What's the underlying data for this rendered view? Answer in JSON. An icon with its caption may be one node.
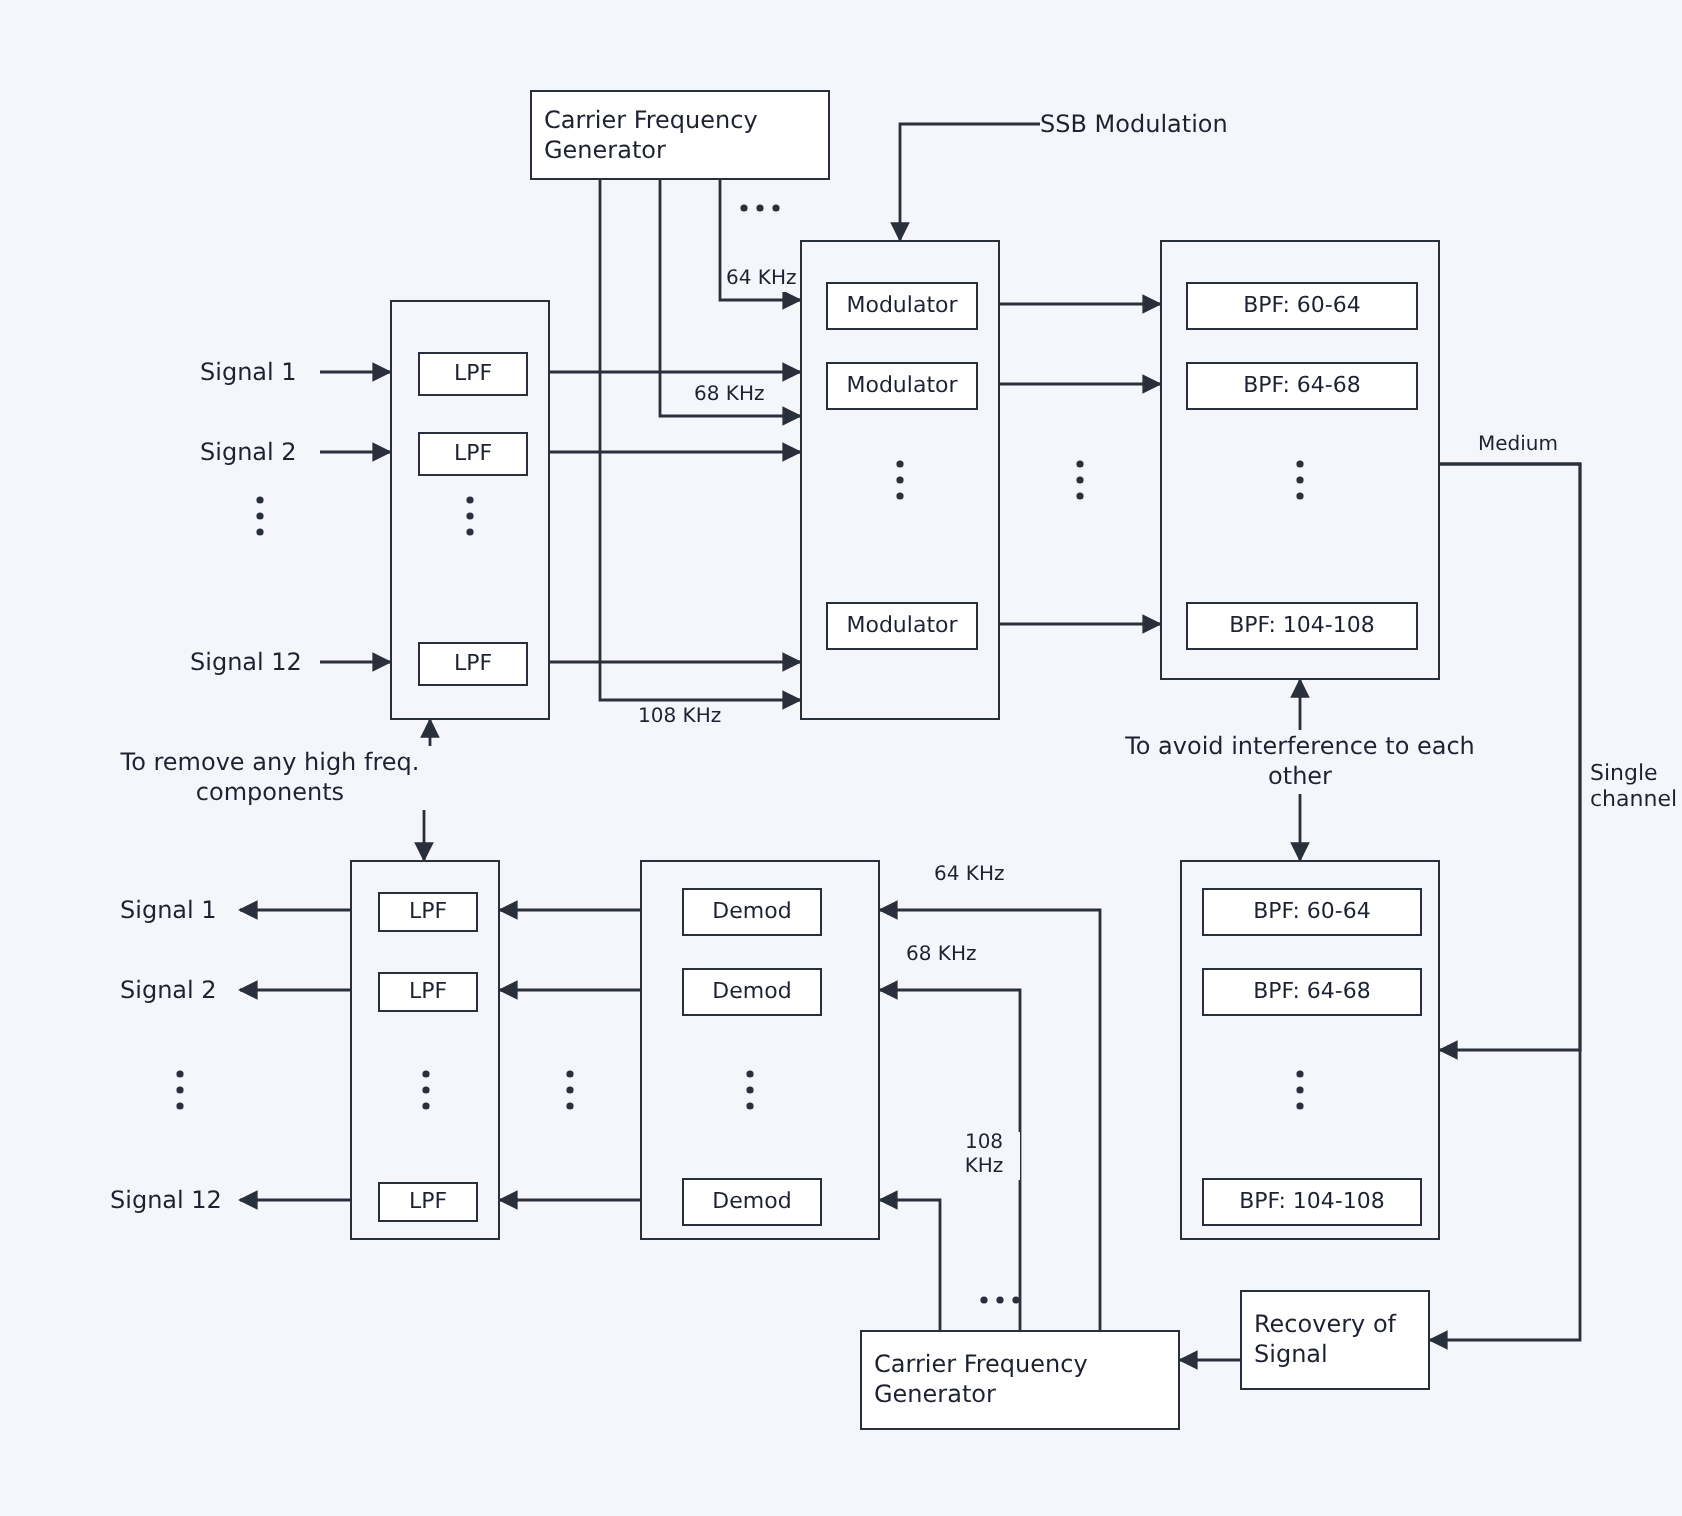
{
  "diagram": {
    "nodes": [
      {
        "text": [
          "Carrier Frequency Generator"
        ]
      },
      {
        "text": [],
        "shape": "box"
      },
      {
        "text": [
          "LPF"
        ],
        "in": 1
      },
      {
        "text": [
          "LPF"
        ],
        "in": 1
      },
      {
        "text": [
          "LPF"
        ],
        "in": 1
      },
      {
        "text": [],
        "shape": "box"
      },
      {
        "text": [
          "Modulator"
        ],
        "in": 5
      },
      {
        "text": [
          "Modulator"
        ],
        "in": 5
      },
      {
        "text": [
          "Modulator"
        ],
        "in": 5
      },
      {
        "text": [],
        "shape": "box"
      },
      {
        "text": [
          "BPF: 60-64"
        ],
        "in": 9
      },
      {
        "text": [
          "BPF: 64-68"
        ],
        "in": 9
      },
      {
        "text": [
          "BPF: 104-108"
        ],
        "in": 9
      },
      {
        "text": [],
        "shape": "box"
      },
      {
        "text": [
          "BPF: 60-64"
        ],
        "in": 13
      },
      {
        "text": [
          "BPF: 64-68"
        ],
        "in": 13
      },
      {
        "text": [
          "BPF: 104-108"
        ],
        "in": 13
      },
      {
        "text": [
          "Recovery of Signal"
        ]
      },
      {
        "text": [
          "Carrier Frequency Generator"
        ]
      },
      {
        "text": [],
        "shape": "box"
      },
      {
        "text": [
          "Demod"
        ],
        "in": 19
      },
      {
        "text": [
          "Demod"
        ],
        "in": 19
      },
      {
        "text": [
          "Demod"
        ],
        "in": 19
      },
      {
        "text": [],
        "shape": "box"
      },
      {
        "text": [
          "LPF"
        ],
        "in": 23
      },
      {
        "text": [
          "LPF"
        ],
        "in": 23
      },
      {
        "text": [
          "LPF"
        ],
        "in": 23
      },
      {
        "text": [
          "Signal 1"
        ]
      },
      {
        "text": [
          "Signal 2"
        ]
      },
      {
        "text": [
          "Signal 12"
        ]
      },
      {
        "text": [
          "Signal 1"
        ]
      },
      {
        "text": [
          "Signal 2"
        ]
      },
      {
        "text": [
          "Signal 12"
        ]
      },
      {
        "text": [
          "SSB Modulation"
        ]
      },
      {
        "text": [
          "To avoid interference to each other"
        ]
      },
      {
        "text": [
          "To remove any high freq. components"
        ]
      }
    ],
    "edges": [
      {
        "from": 27,
        "to": 1,
        "arrow": "to"
      },
      {
        "from": 28,
        "to": 1,
        "arrow": "to"
      },
      {
        "from": 29,
        "to": 1,
        "arrow": "to"
      },
      {
        "from": 1,
        "to": 5,
        "arrow": "to"
      },
      {
        "from": 1,
        "to": 5,
        "arrow": "to"
      },
      {
        "from": 1,
        "to": 5,
        "arrow": "to"
      },
      {
        "from": 0,
        "to": 5,
        "arrow": "to",
        "label": "64 KHz"
      },
      {
        "from": 0,
        "to": 5,
        "arrow": "to",
        "label": "68 KHz"
      },
      {
        "from": 0,
        "to": 5,
        "arrow": "to",
        "label": "108 KHz"
      },
      {
        "from": 5,
        "to": 9,
        "arrow": "to"
      },
      {
        "from": 5,
        "to": 9,
        "arrow": "to"
      },
      {
        "from": 5,
        "to": 9,
        "arrow": "to"
      },
      {
        "from": 9,
        "to": 13,
        "arrow": "to",
        "label": "Medium"
      },
      {
        "from": 9,
        "to": 17,
        "arrow": "to"
      },
      {
        "from": 17,
        "to": 18,
        "arrow": "to"
      },
      {
        "from": 18,
        "to": 19,
        "arrow": "to",
        "label": "64 KHz"
      },
      {
        "from": 18,
        "to": 19,
        "arrow": "to",
        "label": "68 KHz"
      },
      {
        "from": 18,
        "to": 19,
        "arrow": "to",
        "label": "108 KHz"
      },
      {
        "from": 19,
        "to": 23,
        "arrow": "to"
      },
      {
        "from": 19,
        "to": 23,
        "arrow": "to"
      },
      {
        "from": 19,
        "to": 23,
        "arrow": "to"
      },
      {
        "from": 23,
        "to": 30,
        "arrow": "to"
      },
      {
        "from": 23,
        "to": 31,
        "arrow": "to"
      },
      {
        "from": 23,
        "to": 32,
        "arrow": "to"
      },
      {
        "from": 33,
        "to": 5,
        "arrow": "to"
      },
      {
        "from": 34,
        "to": 9,
        "arrow": "to"
      },
      {
        "from": 34,
        "to": 13,
        "arrow": "to"
      },
      {
        "from": 35,
        "to": 1,
        "arrow": "to"
      },
      {
        "from": 35,
        "to": 23,
        "arrow": "to"
      }
    ],
    "labels": [
      "Single channel"
    ]
  }
}
